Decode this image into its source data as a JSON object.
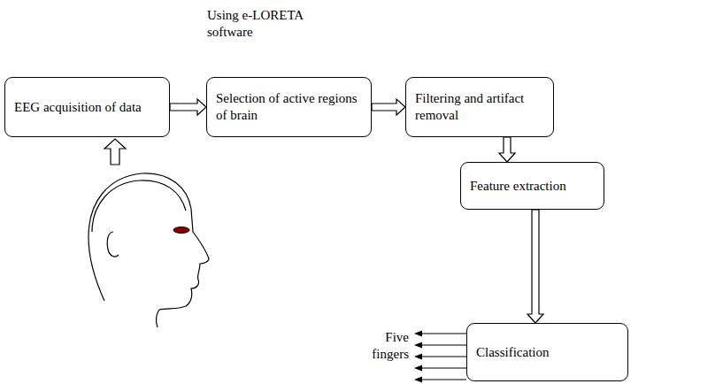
{
  "diagram": {
    "nodes": [
      {
        "text": [
          "EEG acquisition of data"
        ]
      },
      {
        "text": [
          "Using e-LORETA software",
          "Selection of active regions of brain"
        ]
      },
      {
        "text": [
          "Filtering and artifact removal"
        ]
      },
      {
        "text": [
          "Feature extraction"
        ]
      },
      {
        "text": [
          "Classification"
        ]
      }
    ],
    "edges": [
      {
        "from": 0,
        "to": 1,
        "arrow": "to"
      },
      {
        "from": 1,
        "to": 2,
        "arrow": "to"
      },
      {
        "from": 2,
        "to": 3,
        "arrow": "to"
      },
      {
        "from": 3,
        "to": 4,
        "arrow": "to"
      }
    ],
    "labels": [
      "Five fingers"
    ]
  }
}
